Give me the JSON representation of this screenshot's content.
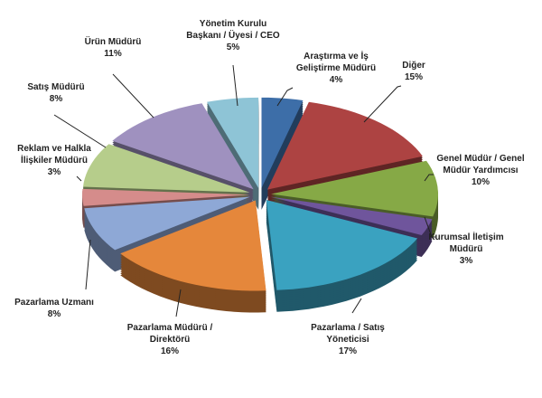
{
  "chart_data": {
    "type": "pie",
    "style": "3d-exploded",
    "title": "",
    "slices": [
      {
        "label": [
          "Araştırma ve İş",
          "Geliştirme Müdürü"
        ],
        "value": 4,
        "pct": "4%",
        "color": "#3d6ea8"
      },
      {
        "label": [
          "Diğer"
        ],
        "value": 15,
        "pct": "15%",
        "color": "#ad4342"
      },
      {
        "label": [
          "Genel Müdür / Genel",
          "Müdür Yardımcısı"
        ],
        "value": 10,
        "pct": "10%",
        "color": "#86a946"
      },
      {
        "label": [
          "Kurumsal İletişim",
          "Müdürü"
        ],
        "value": 3,
        "pct": "3%",
        "color": "#6f559c"
      },
      {
        "label": [
          "Pazarlama / Satış",
          "Yöneticisi"
        ],
        "value": 17,
        "pct": "17%",
        "color": "#3aa2c0"
      },
      {
        "label": [
          "Pazarlama Müdürü /",
          "Direktörü"
        ],
        "value": 16,
        "pct": "16%",
        "color": "#e5873b"
      },
      {
        "label": [
          "Pazarlama Uzmanı"
        ],
        "value": 8,
        "pct": "8%",
        "color": "#8ea8d6"
      },
      {
        "label": [
          "Reklam ve Halkla",
          "İlişkiler Müdürü"
        ],
        "value": 3,
        "pct": "3%",
        "color": "#d58c8b"
      },
      {
        "label": [
          "Satış Müdürü"
        ],
        "value": 8,
        "pct": "8%",
        "color": "#b6cd8b"
      },
      {
        "label": [
          "Ürün Müdürü"
        ],
        "value": 11,
        "pct": "11%",
        "color": "#9f91bf"
      },
      {
        "label": [
          "Yönetim Kurulu",
          "Başkanı / Üyesi / CEO"
        ],
        "value": 5,
        "pct": "5%",
        "color": "#8ec4d6"
      }
    ]
  }
}
